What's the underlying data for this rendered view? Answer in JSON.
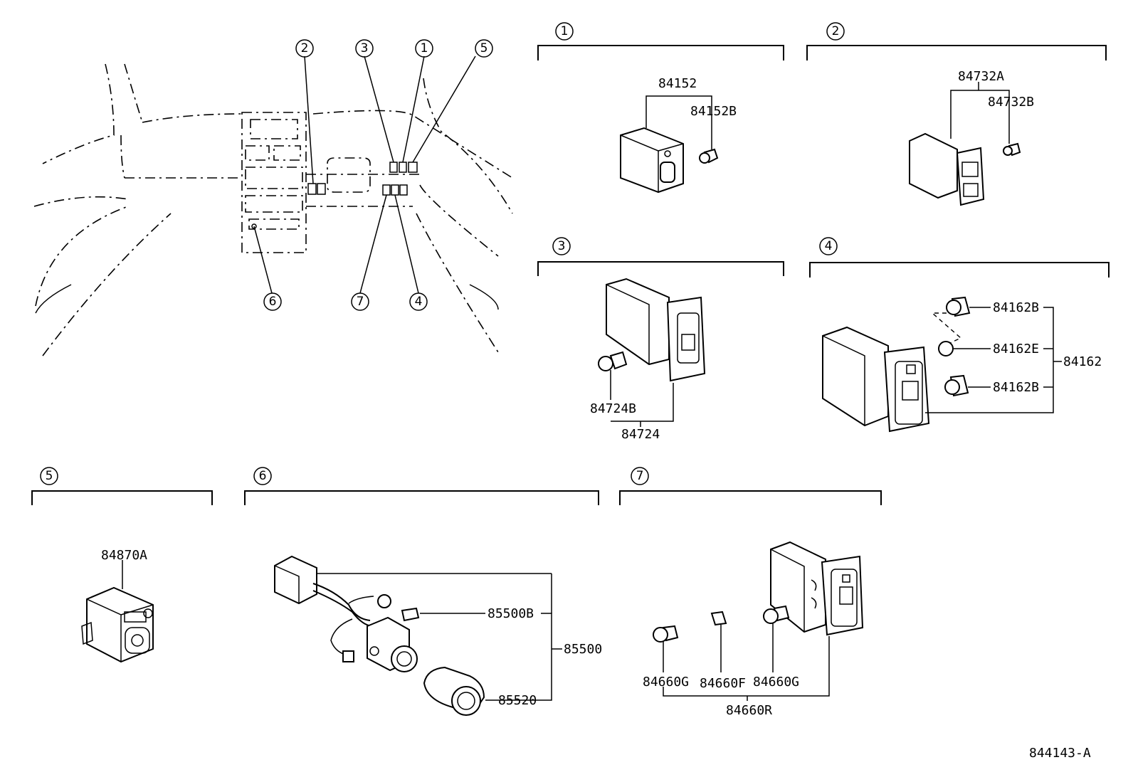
{
  "callouts": [
    "1",
    "2",
    "3",
    "4",
    "5",
    "6",
    "7"
  ],
  "sections": [
    {
      "num": "1",
      "parts": [
        "84152",
        "84152B"
      ]
    },
    {
      "num": "2",
      "parts": [
        "84732A",
        "84732B"
      ]
    },
    {
      "num": "3",
      "parts": [
        "84724B",
        "84724"
      ]
    },
    {
      "num": "4",
      "parts": [
        "84162B",
        "84162E",
        "84162B",
        "84162"
      ]
    },
    {
      "num": "5",
      "parts": [
        "84870A"
      ]
    },
    {
      "num": "6",
      "parts": [
        "85500B",
        "85500",
        "85520"
      ]
    },
    {
      "num": "7",
      "parts": [
        "84660G",
        "84660F",
        "84660G",
        "84660R"
      ]
    }
  ],
  "figure_code": "844143-A"
}
